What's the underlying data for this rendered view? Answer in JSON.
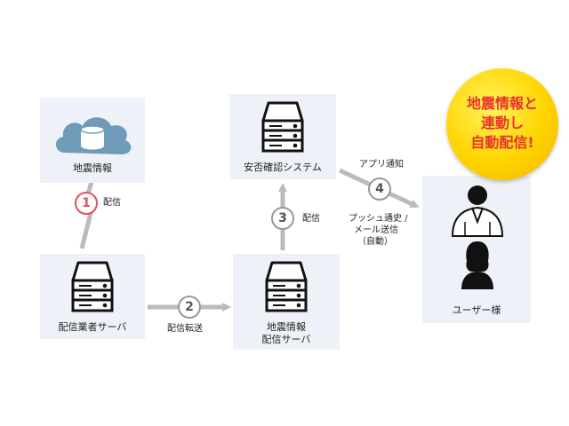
{
  "nodes": {
    "quake_info": {
      "label": "地震情報"
    },
    "distributor": {
      "label": "配信業者サーバ"
    },
    "quake_server": {
      "label_line1": "地震情報",
      "label_line2": "配信サーバ"
    },
    "safety_system": {
      "label": "安否確認システム"
    },
    "users": {
      "label": "ユーザー様"
    }
  },
  "steps": [
    {
      "number": "1",
      "label": "配信"
    },
    {
      "number": "2",
      "label": "配信転送"
    },
    {
      "number": "3",
      "label": "配信"
    },
    {
      "number": "4",
      "label_top": "アプリ通知",
      "label_line1": "プッシュ通史 /",
      "label_line2": "メール送信",
      "label_line3": "（自動）"
    }
  ],
  "badge": {
    "line1": "地震情報と",
    "line2": "連動し",
    "line3": "自動配信!"
  },
  "colors": {
    "box_bg": "#eef2f8",
    "arrow": "#bbbbbb",
    "accent_red": "#e0505a",
    "badge_text": "#e8322e",
    "badge_fill": "#ffd400"
  }
}
